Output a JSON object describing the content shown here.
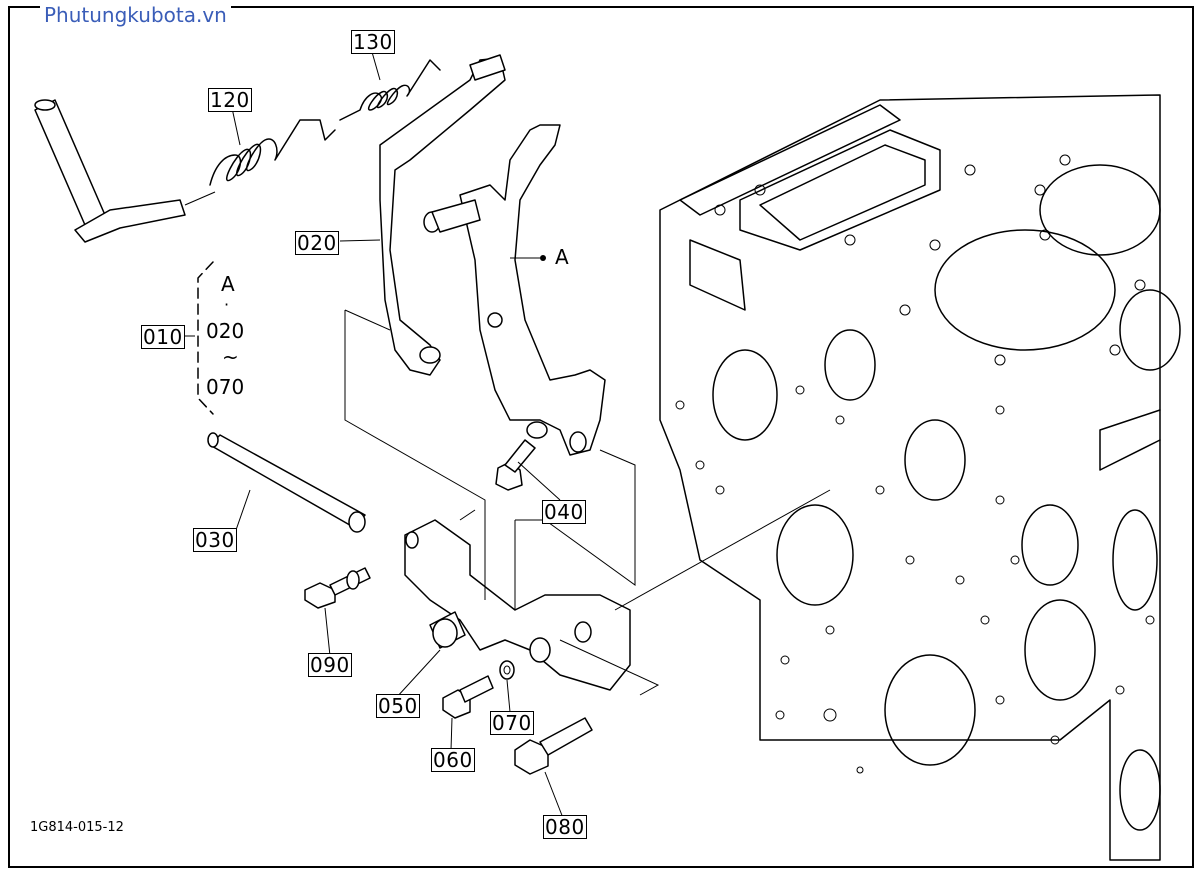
{
  "watermark": "Phutungkubota.vn",
  "drawing_code": "1G814-015-12",
  "callouts": {
    "p130": "130",
    "p120": "120",
    "p020": "020",
    "p010": "010",
    "p030": "030",
    "p040": "040",
    "p090": "090",
    "p050": "050",
    "p070": "070",
    "p060": "060",
    "p080": "080"
  },
  "group_bracket": {
    "line1": "A",
    "line2": "·",
    "line3": "020",
    "line4": "~",
    "line5": "070"
  },
  "reference_marker": "A"
}
